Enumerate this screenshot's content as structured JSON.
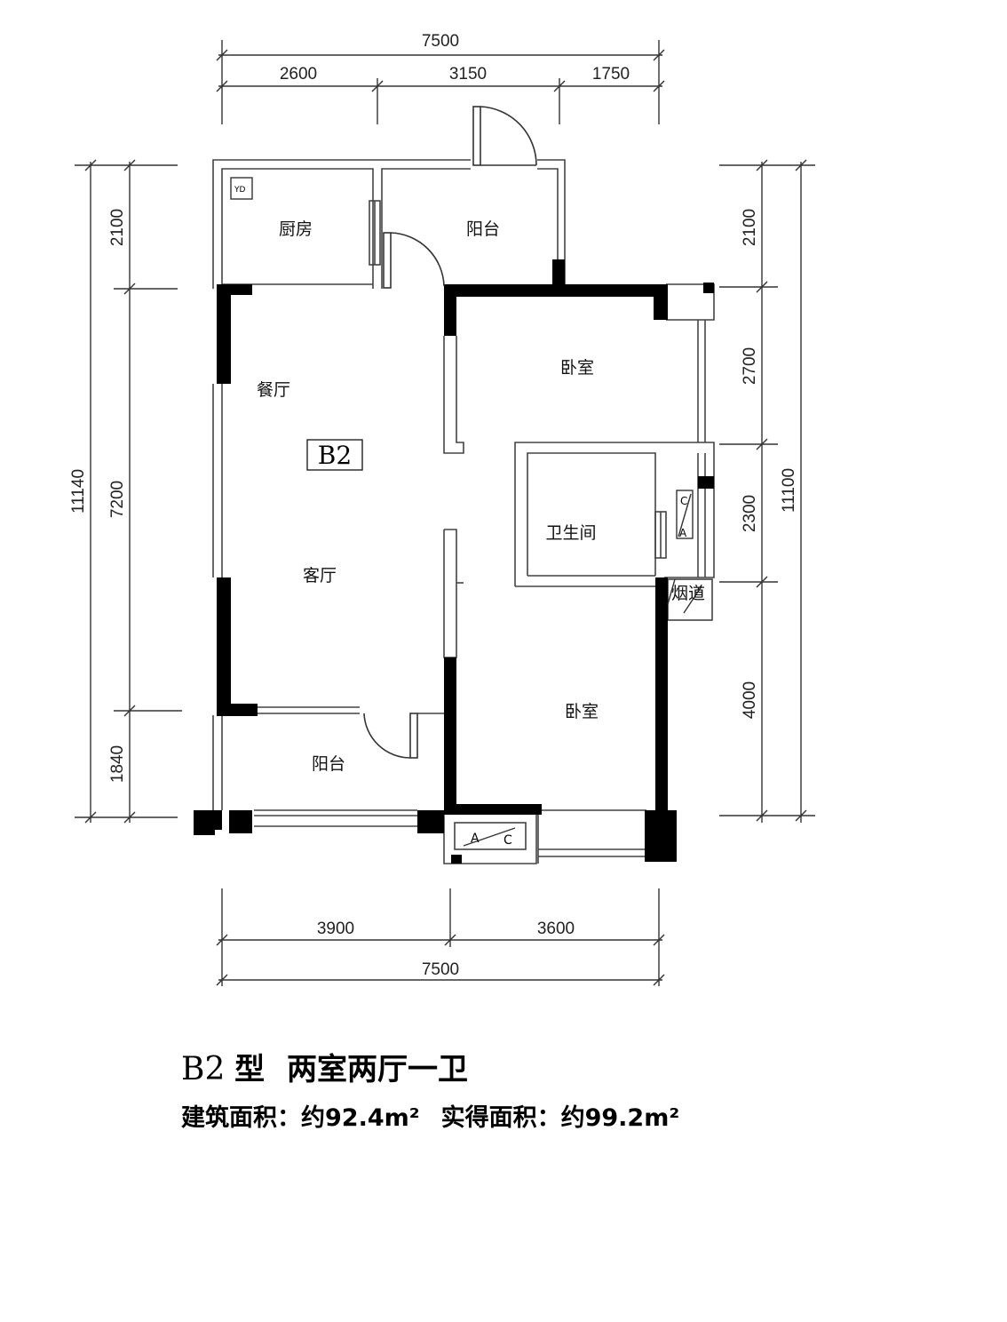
{
  "plan": {
    "unit_code": "B2",
    "dims_top": {
      "total": "7500",
      "a": "2600",
      "b": "3150",
      "c": "1750"
    },
    "dims_bottom": {
      "total": "7500",
      "a": "3900",
      "b": "3600"
    },
    "dims_left": {
      "total": "11140",
      "a": "2100",
      "b": "7200",
      "c": "1840"
    },
    "dims_right": {
      "total": "11100",
      "a": "2100",
      "b": "2700",
      "c": "2300",
      "d": "4000"
    },
    "rooms": {
      "kitchen": "厨房",
      "balcony_top": "阳台",
      "dining": "餐厅",
      "living": "客厅",
      "bedroom_top": "卧室",
      "bathroom": "卫生间",
      "flue": "烟道",
      "bedroom_bottom": "卧室",
      "balcony_bottom": "阳台"
    },
    "symbols": {
      "yd": "YD",
      "ac_a": "A",
      "ac_c": "C"
    }
  },
  "caption": {
    "code": "B2",
    "type": "型",
    "layout": "两室两厅一卫",
    "built_area_label": "建筑面积：约92.4m²",
    "actual_area_label": "实得面积：约99.2m²"
  }
}
